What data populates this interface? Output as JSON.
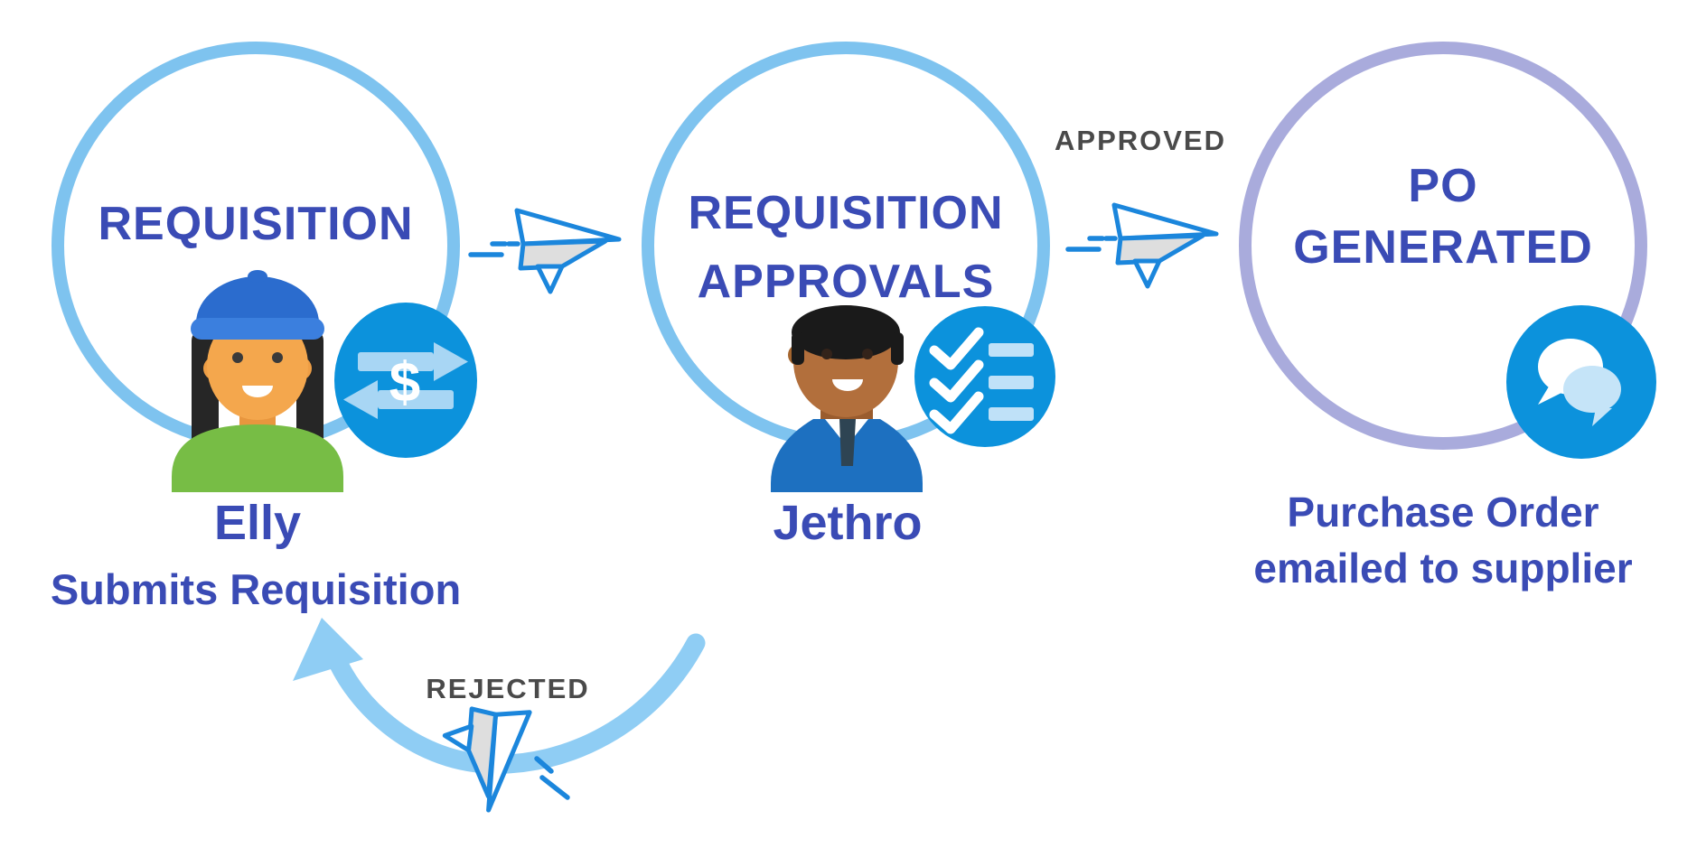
{
  "diagram": {
    "type": "process-flow",
    "steps": [
      {
        "id": "requisition",
        "title": "REQUISITION",
        "person": "Elly",
        "caption": "Submits Requisition",
        "avatar": "elly-avatar",
        "badge_icon": "dollar-transfer-icon",
        "ring_color": "#7EC3EF"
      },
      {
        "id": "requisition-approvals",
        "title_lines": [
          "REQUISITION",
          "APPROVALS"
        ],
        "person": "Jethro",
        "avatar": "jethro-avatar",
        "badge_icon": "checklist-icon",
        "ring_color": "#7EC3EF"
      },
      {
        "id": "po-generated",
        "title_lines": [
          "PO",
          "GENERATED"
        ],
        "caption_lines": [
          "Purchase Order",
          "emailed to supplier"
        ],
        "badge_icon": "chat-icon",
        "ring_color": "#A9ABDC"
      }
    ],
    "transitions": [
      {
        "from": "requisition",
        "to": "requisition-approvals",
        "icon": "paper-plane-icon"
      },
      {
        "from": "requisition-approvals",
        "to": "po-generated",
        "label": "APPROVED",
        "icon": "paper-plane-icon"
      },
      {
        "from": "requisition-approvals",
        "to": "requisition",
        "label": "REJECTED",
        "icon": "paper-plane-icon",
        "arrow": "curved-return-arrow"
      }
    ],
    "colors": {
      "ring_blue": "#7EC3EF",
      "ring_lavender": "#A9ABDC",
      "title_indigo": "#3A4BB5",
      "label_gray": "#4A4A4A",
      "badge_blue": "#0C92DC",
      "plane_stroke_blue": "#1B86DC",
      "arrow_light_blue": "#8FCDF4"
    }
  }
}
